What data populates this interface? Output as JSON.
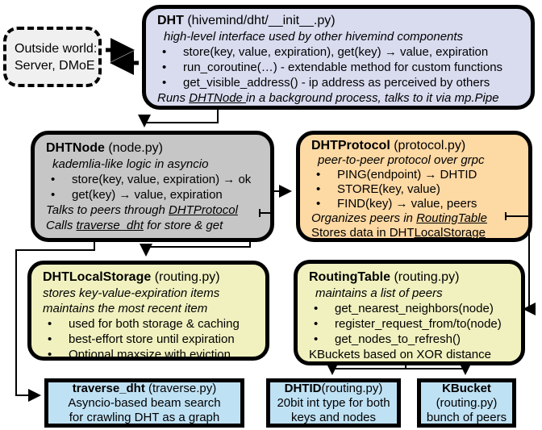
{
  "bullet_char": "•",
  "colors": {
    "dht_fill": "#d9dcef",
    "node_fill": "#c6c6c6",
    "protocol_fill": "#fdd9a4",
    "storage_fill": "#f0f1bf",
    "routing_fill": "#f0f1bf",
    "leaf_fill": "#bfe1f4",
    "outside_fill": "#f0f0f0",
    "border": "#000000"
  },
  "boxes": {
    "outside": {
      "line1": "Outside world:",
      "line2": "Server, DMoE"
    },
    "dht": {
      "title": "DHT",
      "file": " (hivemind/dht/__init__.py)",
      "tagline": "high-level interface used by other hivemind components",
      "bullets": [
        "store(key, value, expiration), get(key) → value, expiration",
        "run_coroutine(…) - extendable method for custom functions",
        "get_visible_address() - ip address as perceived by others"
      ],
      "footer_pre": "Runs ",
      "footer_link": "DHTNode ",
      "footer_post": "in a background process, talks to it via mp.Pipe"
    },
    "dhtnode": {
      "title": "DHTNode",
      "file": " (node.py)",
      "tagline": "kademlia-like logic in asyncio",
      "bullets": [
        "store(key, value, expiration) → ok",
        "get(key) → value, expiration"
      ],
      "note1_pre": "Talks to peers through ",
      "note1_link": "DHTProtocol",
      "note2_pre": "Calls ",
      "note2_link": "traverse_dht",
      "note2_post": " for store & get"
    },
    "dhtprotocol": {
      "title": "DHTProtocol",
      "file": " (protocol.py)",
      "tagline": "peer-to-peer protocol over grpc",
      "bullets": [
        "PING(endpoint) → DHTID",
        "STORE(key, value)",
        "FIND(key) → value, peers"
      ],
      "note1_pre": "Organizes peers in ",
      "note1_link": "RoutingTable",
      "note2_pre": "Stores data in DHT",
      "note2_link": "LocalStorage"
    },
    "dhtlocalstorage": {
      "title": "DHTLocalStorage",
      "file": " (routing.py)",
      "tagline1": "stores key-value-expiration items",
      "tagline2": "maintains the most recent item",
      "bullets": [
        "used for both storage & caching",
        "best-effort store until expiration",
        "Optional maxsize with eviction"
      ]
    },
    "routingtable": {
      "title": "RoutingTable",
      "file": " (routing.py)",
      "tagline": "maintains a list of peers",
      "bullets": [
        "get_nearest_neighbors(node)",
        "register_request_from/to(node)",
        "get_nodes_to_refresh()"
      ],
      "footer": "KBuckets based on XOR distance"
    },
    "traverse": {
      "title": "traverse_dht",
      "file": " (traverse.py)",
      "line1": "Asyncio-based beam search",
      "line2": "for crawling DHT as a graph"
    },
    "dhtid": {
      "title": "DHTID",
      "file": "(routing.py)",
      "line1": "20bit int type for both",
      "line2": "keys and nodes"
    },
    "kbucket": {
      "title": "KBucket",
      "file": "(routing.py)",
      "line1": "bunch of peers"
    }
  }
}
